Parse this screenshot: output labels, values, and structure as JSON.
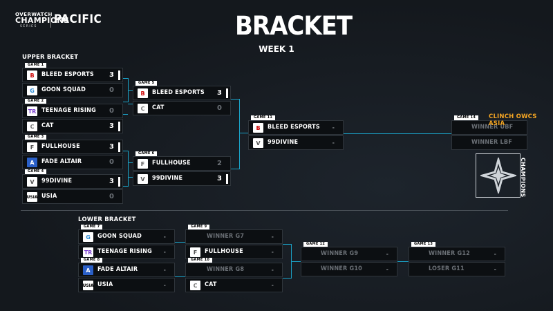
{
  "header": {
    "logo_top": "OVERWATCH",
    "logo_mid": "CHAMPIONS",
    "logo_bottom": "SERIES",
    "region": "PACIFIC",
    "title": "BRACKET",
    "subtitle": "WEEK 1"
  },
  "sections": {
    "upper": "UPPER BRACKET",
    "lower": "LOWER BRACKET"
  },
  "games": {
    "g1": {
      "label": "GAME 1",
      "t1": "BLEED ESPORTS",
      "s1": "3",
      "t2": "GOON SQUAD",
      "s2": "0"
    },
    "g2": {
      "label": "GAME 2",
      "t1": "TEENAGE RISING",
      "s1": "0",
      "t2": "CAT",
      "s2": "3"
    },
    "g3": {
      "label": "GAME 3",
      "t1": "FULLHOUSE",
      "s1": "3",
      "t2": "FADE ALTAIR",
      "s2": "0"
    },
    "g4": {
      "label": "GAME 4",
      "t1": "99DIVINE",
      "s1": "3",
      "t2": "USIA",
      "s2": "0"
    },
    "g5": {
      "label": "GAME 5",
      "t1": "BLEED ESPORTS",
      "s1": "3",
      "t2": "CAT",
      "s2": "0"
    },
    "g6": {
      "label": "GAME 6",
      "t1": "FULLHOUSE",
      "s1": "2",
      "t2": "99DIVINE",
      "s2": "3"
    },
    "g11": {
      "label": "GAME 11",
      "t1": "BLEED ESPORTS",
      "s1": "-",
      "t2": "99DIVINE",
      "s2": "-"
    },
    "g14": {
      "label": "GAME 14",
      "t1": "WINNER UBF",
      "t2": "WINNER LBF"
    },
    "g7": {
      "label": "GAME 7",
      "t1": "GOON SQUAD",
      "s1": "-",
      "t2": "TEENAGE RISING",
      "s2": "-"
    },
    "g8": {
      "label": "GAME 8",
      "t1": "FADE ALTAIR",
      "s1": "-",
      "t2": "USIA",
      "s2": "-"
    },
    "g9": {
      "label": "GAME 9",
      "t1": "WINNER G7",
      "s1": "-",
      "t2": "FULLHOUSE",
      "s2": "-"
    },
    "g10": {
      "label": "GAME 10",
      "t1": "WINNER G8",
      "s1": "-",
      "t2": "CAT",
      "s2": "-"
    },
    "g12": {
      "label": "GAME 12",
      "t1": "WINNER G9",
      "s1": "-",
      "t2": "WINNER G10",
      "s2": "-"
    },
    "g13": {
      "label": "GAME 13",
      "t1": "WINNER G12",
      "s1": "-",
      "t2": "LOSER G11",
      "s2": "-"
    }
  },
  "clinch_label": "CLINCH OWCS ASIA",
  "champions_label": "CHAMPIONS",
  "colors": {
    "accent": "#1aa3c8",
    "clinch": "#f5a623",
    "bleed": "#d62828"
  }
}
